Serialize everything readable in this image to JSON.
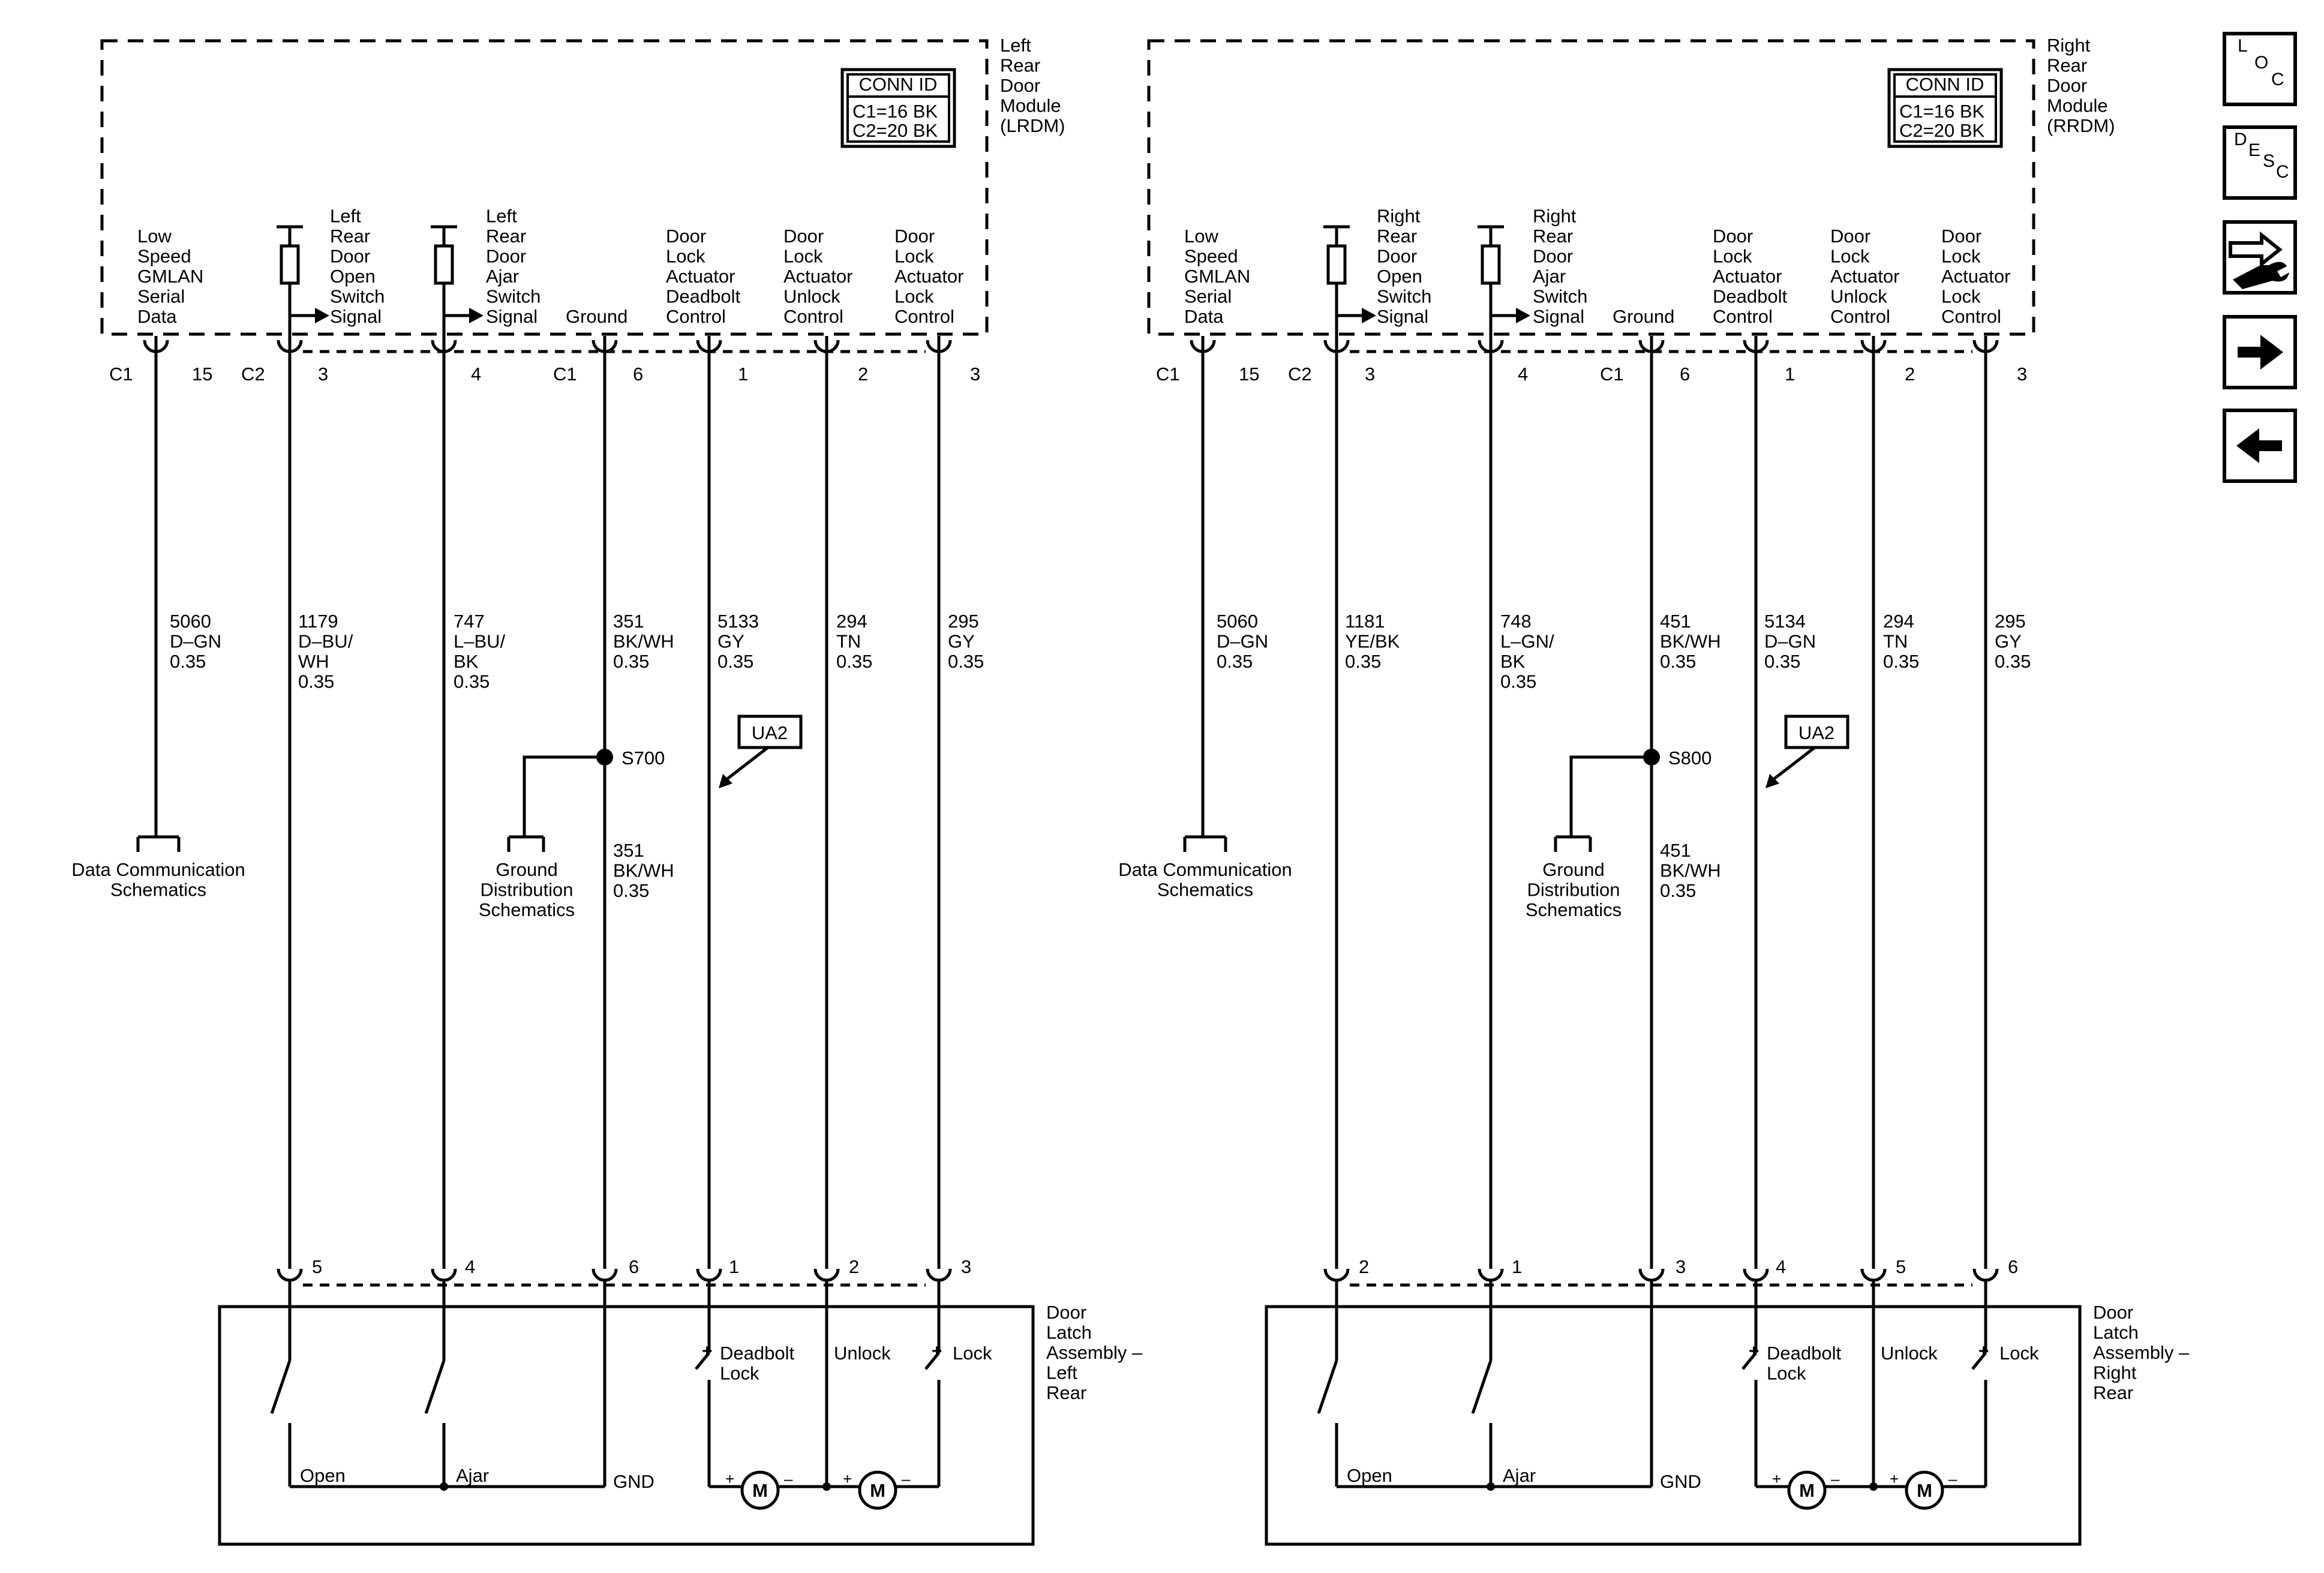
{
  "sidebar": [
    {
      "name": "loc-button",
      "icon": "loc-icon",
      "letters": [
        "L",
        "O",
        "C"
      ]
    },
    {
      "name": "desc-button",
      "icon": "desc-icon",
      "letters": [
        "D",
        "E",
        "S",
        "C"
      ]
    },
    {
      "name": "connector-tool-button",
      "icon": "connector-wrench-icon"
    },
    {
      "name": "next-page-button",
      "icon": "arrow-right-icon"
    },
    {
      "name": "prev-page-button",
      "icon": "arrow-left-icon"
    }
  ],
  "panels": [
    {
      "key": "left",
      "module": {
        "label": [
          "Left",
          "Rear",
          "Door",
          "Module",
          "(LRDM)"
        ]
      },
      "conn_id": {
        "title": "CONN ID",
        "lines": [
          "C1=16 BK",
          "C2=20 BK"
        ]
      },
      "terminals": [
        {
          "label": [
            "Low",
            "Speed",
            "GMLAN",
            "Serial",
            "Data"
          ],
          "conn": "C1",
          "pin": "15",
          "wire": [
            "5060",
            "D–GN",
            "0.35"
          ],
          "latch_pin": null
        },
        {
          "label": [
            "Left",
            "Rear",
            "Door",
            "Open",
            "Switch",
            "Signal"
          ],
          "conn": "C2",
          "pin": "3",
          "wire": [
            "1179",
            "D–BU/",
            "WH",
            "0.35"
          ],
          "latch_pin": "5"
        },
        {
          "label": [
            "Left",
            "Rear",
            "Door",
            "Ajar",
            "Switch",
            "Signal"
          ],
          "conn": "",
          "pin": "4",
          "wire": [
            "747",
            "L–BU/",
            "BK",
            "0.35"
          ],
          "latch_pin": "4"
        },
        {
          "label": [
            "Ground"
          ],
          "conn": "C1",
          "pin": "6",
          "wire": [
            "351",
            "BK/WH",
            "0.35"
          ],
          "latch_pin": "6"
        },
        {
          "label": [
            "Door",
            "Lock",
            "Actuator",
            "Deadbolt",
            "Control"
          ],
          "conn": "",
          "pin": "1",
          "wire": [
            "5133",
            "GY",
            "0.35"
          ],
          "latch_pin": "1"
        },
        {
          "label": [
            "Door",
            "Lock",
            "Actuator",
            "Unlock",
            "Control"
          ],
          "conn": "",
          "pin": "2",
          "wire": [
            "294",
            "TN",
            "0.35"
          ],
          "latch_pin": "2"
        },
        {
          "label": [
            "Door",
            "Lock",
            "Actuator",
            "Lock",
            "Control"
          ],
          "conn": "",
          "pin": "3",
          "wire": [
            "295",
            "GY",
            "0.35"
          ],
          "latch_pin": "3"
        }
      ],
      "splice": {
        "id": "S700",
        "wire": [
          "351",
          "BK/WH",
          "0.35"
        ]
      },
      "ua_label": "UA2",
      "data_ref": [
        "Data Communication",
        "Schematics"
      ],
      "ground_ref": [
        "Ground",
        "Distribution",
        "Schematics"
      ],
      "latch": {
        "label": [
          "Door",
          "Latch",
          "Assembly –",
          "Left",
          "Rear"
        ],
        "open": "Open",
        "ajar": "Ajar",
        "gnd": "GND",
        "deadbolt": [
          "Deadbolt",
          "Lock"
        ],
        "unlock": "Unlock",
        "lock": "Lock",
        "motor": "M",
        "plus": "+",
        "minus": "–"
      }
    },
    {
      "key": "right",
      "module": {
        "label": [
          "Right",
          "Rear",
          "Door",
          "Module",
          "(RRDM)"
        ]
      },
      "conn_id": {
        "title": "CONN ID",
        "lines": [
          "C1=16 BK",
          "C2=20 BK"
        ]
      },
      "terminals": [
        {
          "label": [
            "Low",
            "Speed",
            "GMLAN",
            "Serial",
            "Data"
          ],
          "conn": "C1",
          "pin": "15",
          "wire": [
            "5060",
            "D–GN",
            "0.35"
          ],
          "latch_pin": null
        },
        {
          "label": [
            "Right",
            "Rear",
            "Door",
            "Open",
            "Switch",
            "Signal"
          ],
          "conn": "C2",
          "pin": "3",
          "wire": [
            "1181",
            "YE/BK",
            "0.35"
          ],
          "latch_pin": "2"
        },
        {
          "label": [
            "Right",
            "Rear",
            "Door",
            "Ajar",
            "Switch",
            "Signal"
          ],
          "conn": "",
          "pin": "4",
          "wire": [
            "748",
            "L–GN/",
            "BK",
            "0.35"
          ],
          "latch_pin": "1"
        },
        {
          "label": [
            "Ground"
          ],
          "conn": "C1",
          "pin": "6",
          "wire": [
            "451",
            "BK/WH",
            "0.35"
          ],
          "latch_pin": "3"
        },
        {
          "label": [
            "Door",
            "Lock",
            "Actuator",
            "Deadbolt",
            "Control"
          ],
          "conn": "",
          "pin": "1",
          "wire": [
            "5134",
            "D–GN",
            "0.35"
          ],
          "latch_pin": "4"
        },
        {
          "label": [
            "Door",
            "Lock",
            "Actuator",
            "Unlock",
            "Control"
          ],
          "conn": "",
          "pin": "2",
          "wire": [
            "294",
            "TN",
            "0.35"
          ],
          "latch_pin": "5"
        },
        {
          "label": [
            "Door",
            "Lock",
            "Actuator",
            "Lock",
            "Control"
          ],
          "conn": "",
          "pin": "3",
          "wire": [
            "295",
            "GY",
            "0.35"
          ],
          "latch_pin": "6"
        }
      ],
      "splice": {
        "id": "S800",
        "wire": [
          "451",
          "BK/WH",
          "0.35"
        ]
      },
      "ua_label": "UA2",
      "data_ref": [
        "Data Communication",
        "Schematics"
      ],
      "ground_ref": [
        "Ground",
        "Distribution",
        "Schematics"
      ],
      "latch": {
        "label": [
          "Door",
          "Latch",
          "Assembly –",
          "Right",
          "Rear"
        ],
        "open": "Open",
        "ajar": "Ajar",
        "gnd": "GND",
        "deadbolt": [
          "Deadbolt",
          "Lock"
        ],
        "unlock": "Unlock",
        "lock": "Lock",
        "motor": "M",
        "plus": "+",
        "minus": "–"
      }
    }
  ]
}
